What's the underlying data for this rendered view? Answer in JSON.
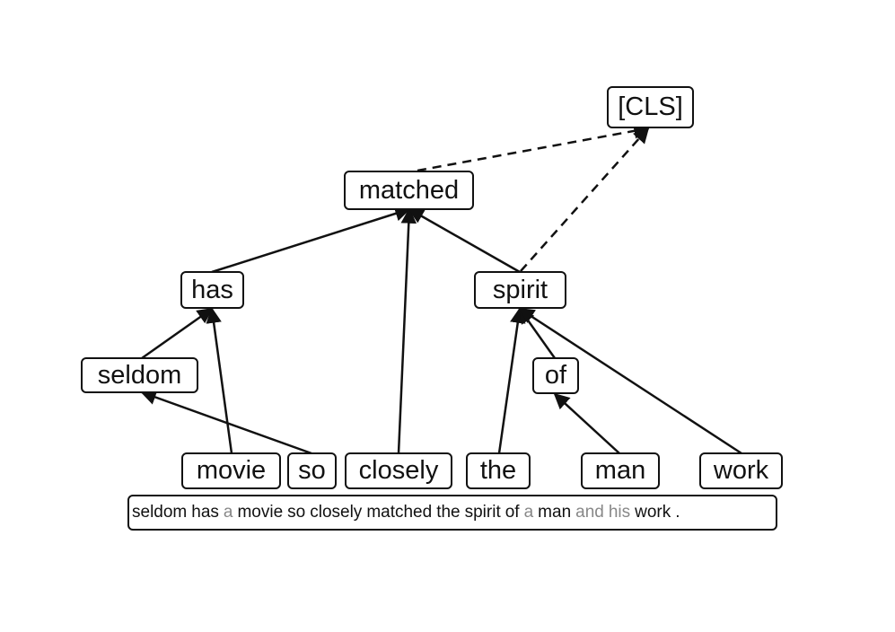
{
  "nodes": {
    "cls": "[CLS]",
    "matched": "matched",
    "has": "has",
    "spirit": "spirit",
    "seldom": "seldom",
    "of": "of",
    "movie": "movie",
    "so": "so",
    "closely": "closely",
    "the": "the",
    "man": "man",
    "work": "work"
  },
  "sentence": {
    "tokens": [
      {
        "text": "seldom",
        "active": true
      },
      {
        "text": "has",
        "active": true
      },
      {
        "text": "a",
        "active": false
      },
      {
        "text": "movie",
        "active": true
      },
      {
        "text": "so",
        "active": true
      },
      {
        "text": "closely",
        "active": true
      },
      {
        "text": "matched",
        "active": true
      },
      {
        "text": "the",
        "active": true
      },
      {
        "text": "spirit",
        "active": true
      },
      {
        "text": "of",
        "active": true
      },
      {
        "text": "a",
        "active": false
      },
      {
        "text": "man",
        "active": true
      },
      {
        "text": "and",
        "active": false
      },
      {
        "text": "his",
        "active": false
      },
      {
        "text": "work",
        "active": true
      },
      {
        "text": ".",
        "active": true
      }
    ]
  },
  "edges": [
    {
      "from": "matched",
      "to": "cls",
      "style": "dashed"
    },
    {
      "from": "spirit",
      "to": "cls",
      "style": "dashed"
    },
    {
      "from": "has",
      "to": "matched",
      "style": "solid"
    },
    {
      "from": "closely",
      "to": "matched",
      "style": "solid"
    },
    {
      "from": "spirit",
      "to": "matched",
      "style": "solid"
    },
    {
      "from": "seldom",
      "to": "has",
      "style": "solid"
    },
    {
      "from": "movie",
      "to": "has",
      "style": "solid"
    },
    {
      "from": "so",
      "to": "seldom",
      "style": "solid"
    },
    {
      "from": "the",
      "to": "spirit",
      "style": "solid"
    },
    {
      "from": "of",
      "to": "spirit",
      "style": "solid"
    },
    {
      "from": "work",
      "to": "spirit",
      "style": "solid"
    },
    {
      "from": "man",
      "to": "of",
      "style": "solid"
    }
  ],
  "colors": {
    "line": "#111111",
    "inactive_word": "#888888"
  }
}
